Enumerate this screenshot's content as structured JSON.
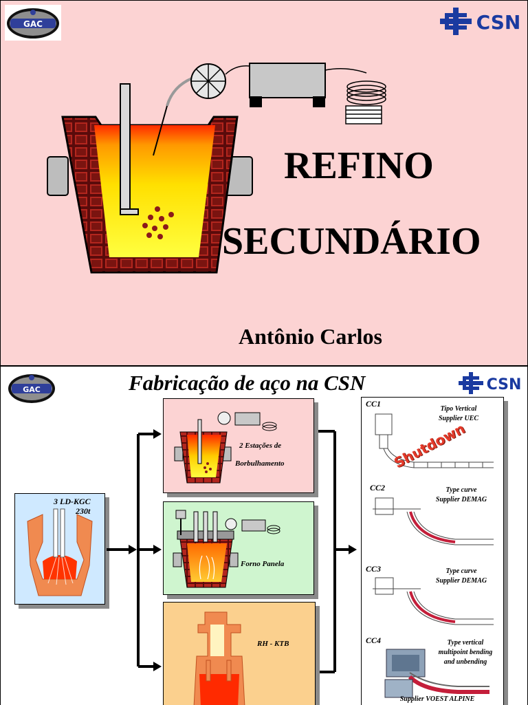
{
  "slide1": {
    "logo_left_text": "GAC",
    "logo_right_text": "CSN",
    "title_line1": "REFINO",
    "title_line2": "SECUNDÁRIO",
    "author": "Antônio Carlos",
    "colors": {
      "background": "#fcd3d3",
      "brick": "#8b1a1a",
      "steel_hot": "#ffe000",
      "steel_top": "#ff3300"
    }
  },
  "slide2": {
    "title": "Fabricação de aço na CSN",
    "logo_left_text": "GAC",
    "logo_right_text": "CSN",
    "converter": {
      "line1": "3 LD-KGC",
      "line2": "230t"
    },
    "stations": [
      {
        "label_line1": "2 Estações de",
        "label_line2": "Borbulhamento",
        "color": "#fcd3d3"
      },
      {
        "label_line1": "Forno Panela",
        "label_line2": "",
        "color": "#cff5cf"
      },
      {
        "label_line1": "RH - KTB",
        "label_line2": "",
        "color": "#fbd08e"
      }
    ],
    "casters": [
      {
        "id": "CC1",
        "line1": "Tipo Vertical",
        "line2": "Supplier  UEC",
        "line3": "",
        "stamp": "Shutdown"
      },
      {
        "id": "CC2",
        "line1": "Type curve",
        "line2": "Supplier  DEMAG",
        "line3": ""
      },
      {
        "id": "CC3",
        "line1": "Type curve",
        "line2": "Supplier  DEMAG",
        "line3": ""
      },
      {
        "id": "CC4",
        "line1": "Type vertical",
        "line2": "multipoint bending",
        "line3": "and unbending",
        "supplier": "Supplier  VOEST ALPINE"
      }
    ]
  }
}
